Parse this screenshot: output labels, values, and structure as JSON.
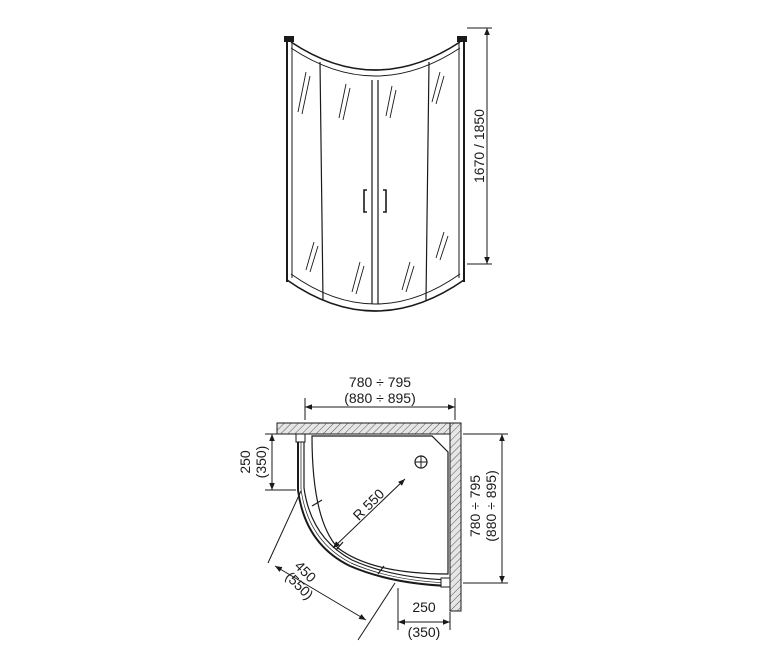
{
  "front_view": {
    "height_label": "1670 / 1850"
  },
  "plan_view": {
    "top_width_line1": "780 ÷ 795",
    "top_width_line2": "(880 ÷ 895)",
    "right_depth_line1": "780 ÷ 795",
    "right_depth_line2": "(880 ÷ 895)",
    "left_return_line1": "250",
    "left_return_line2": "(350)",
    "bottom_return_line1": "250",
    "bottom_return_line2": "(350)",
    "radius_label": "R 550",
    "diagonal_line1": "450",
    "diagonal_line2": "(550)"
  },
  "colors": {
    "line": "#1a1a1a",
    "hatch_fill": "#d9d9d9"
  }
}
